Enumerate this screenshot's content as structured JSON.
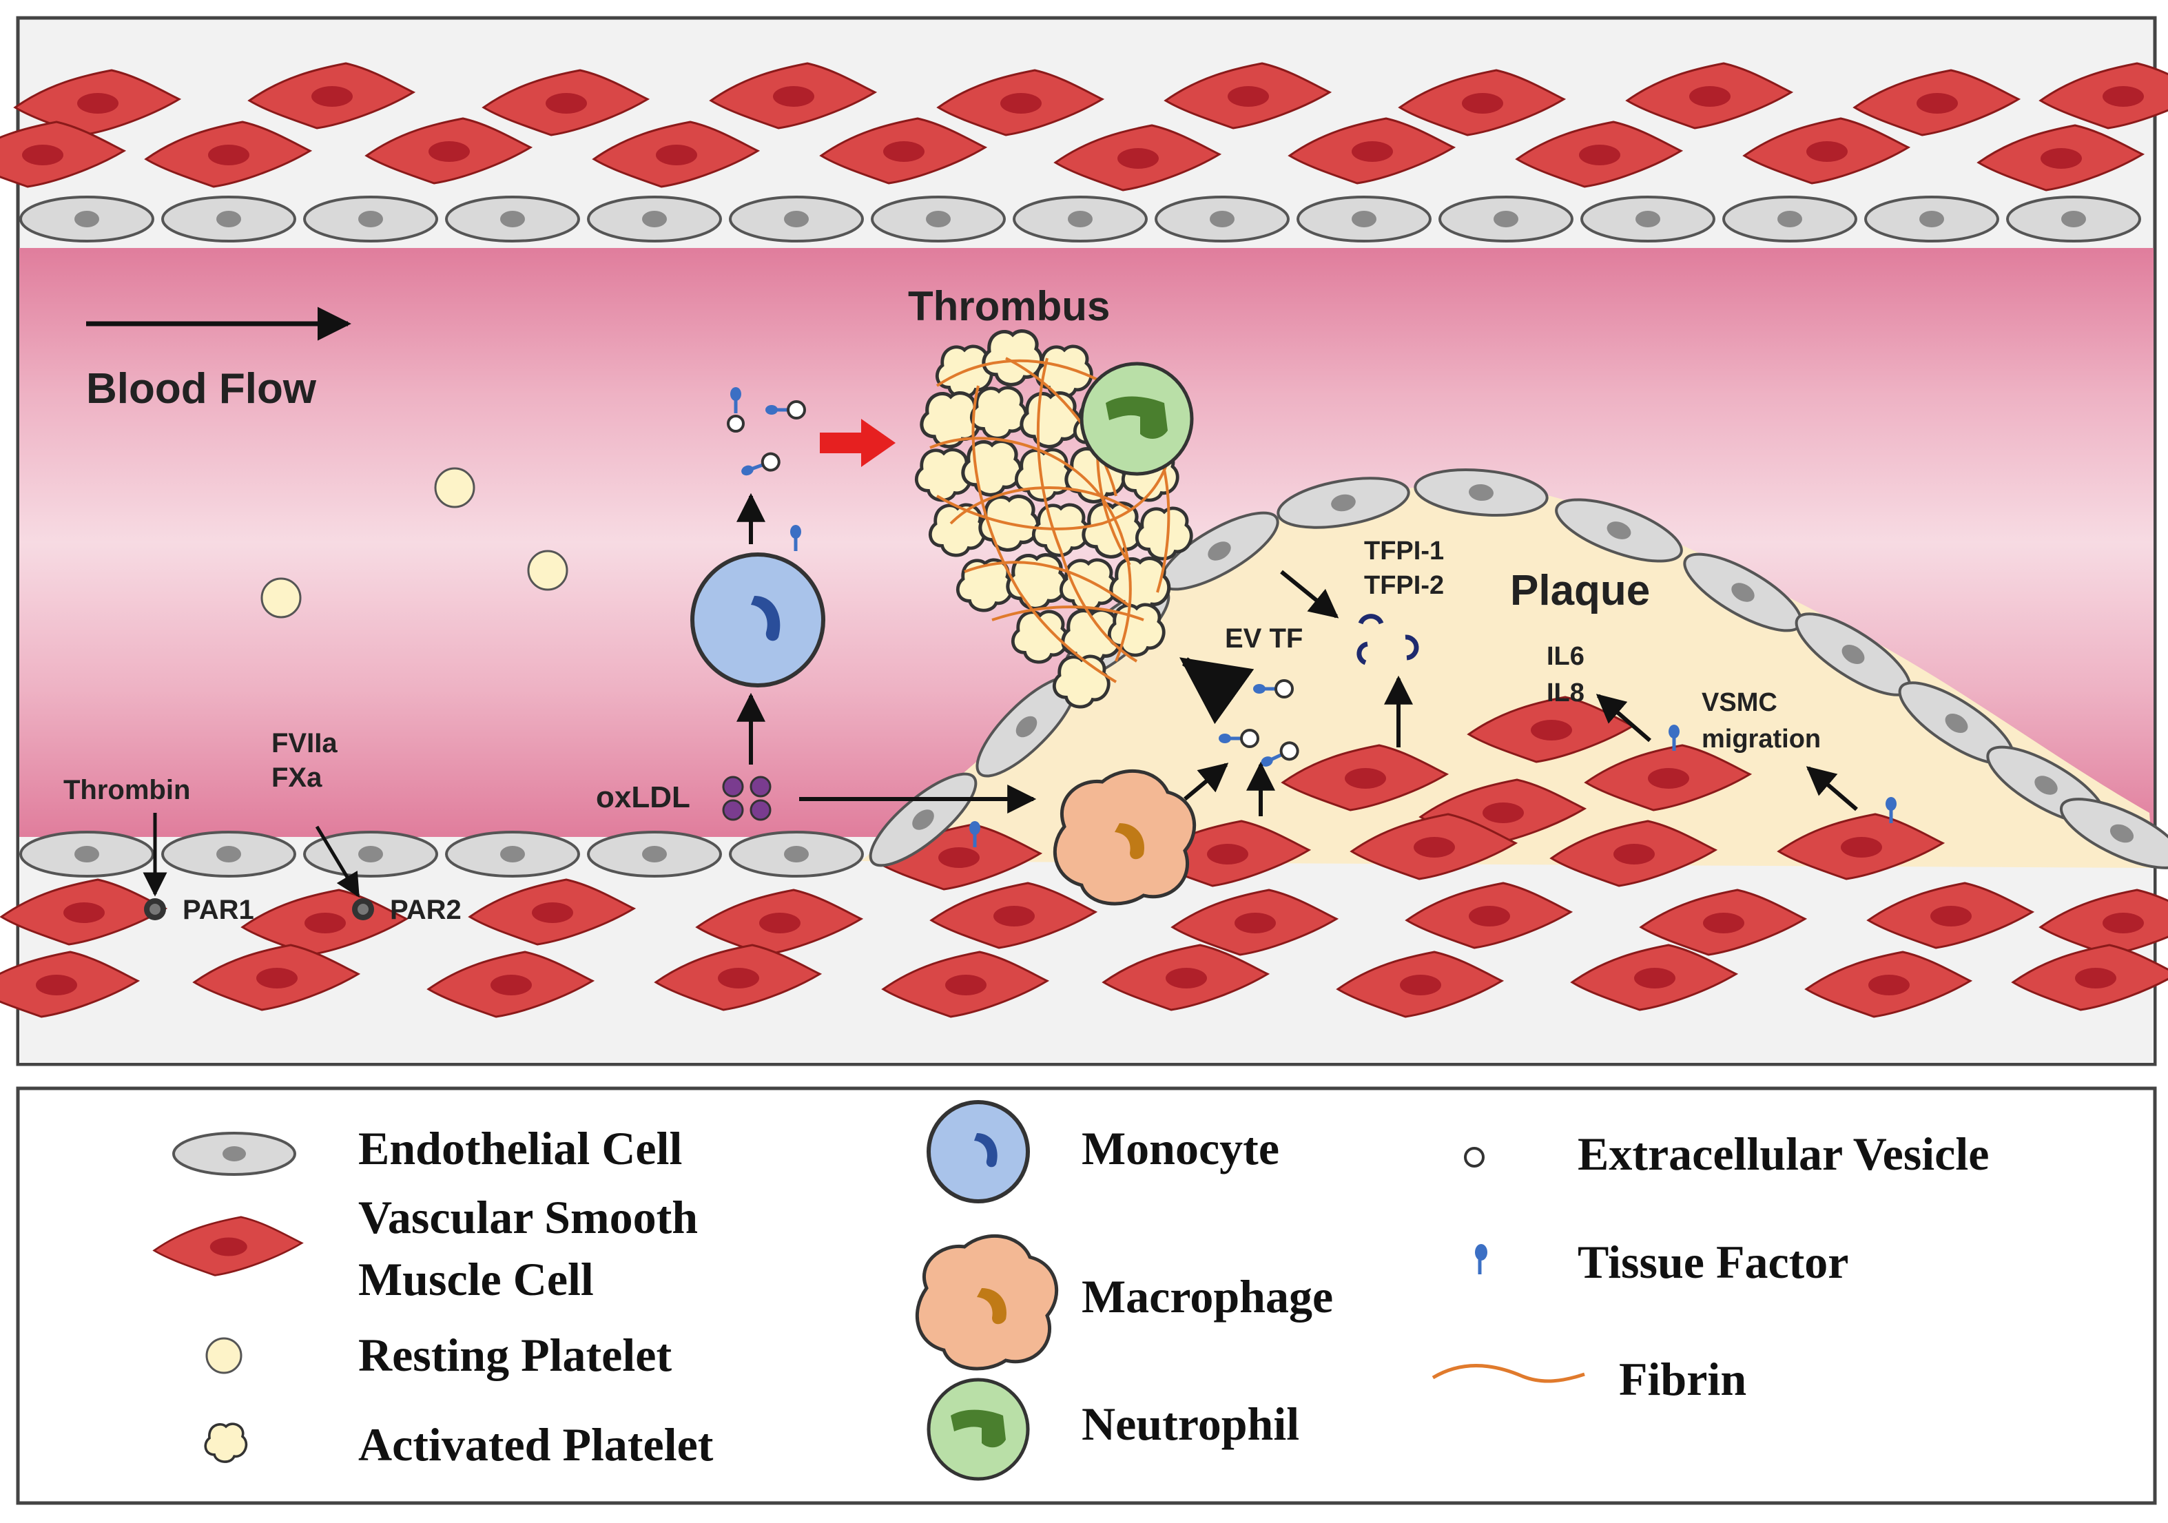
{
  "diagram": {
    "labels": {
      "blood_flow": "Blood Flow",
      "thrombus": "Thrombus",
      "plaque": "Plaque",
      "tfpi1": "TFPI-1",
      "tfpi2": "TFPI-2",
      "ev_tf": "EV TF",
      "il6": "IL6",
      "il8": "IL8",
      "vsmc": "VSMC",
      "migration": "migration",
      "thrombin": "Thrombin",
      "fviia": "FVIIa",
      "fxa": "FXa",
      "oxldl": "oxLDL",
      "par1": "PAR1",
      "par2": "PAR2"
    },
    "legend": {
      "endothelial": "Endothelial Cell",
      "vsmc_line1": "Vascular Smooth",
      "vsmc_line2": "Muscle Cell",
      "resting_platelet": "Resting Platelet",
      "activated_platelet": "Activated Platelet",
      "monocyte": "Monocyte",
      "macrophage": "Macrophage",
      "neutrophil": "Neutrophil",
      "extracellular_vesicle": "Extracellular Vesicle",
      "tissue_factor": "Tissue Factor",
      "fibrin": "Fibrin"
    },
    "colors": {
      "lumen": "#e9a3b7",
      "endothelial_fill": "#d9d9d9",
      "smooth_muscle": "#d94747",
      "smooth_muscle_nucleus": "#b0202a",
      "plaque": "#fbecc9",
      "platelet": "#fdf3c8",
      "monocyte": "#a9c3ea",
      "macrophage": "#f3b894",
      "neutrophil": "#b9dfa7",
      "tissue_factor": "#3b6fc4",
      "fibrin": "#e07a2c",
      "oxldl": "#7a3c8f",
      "signal_arrow": "#e62020"
    }
  }
}
